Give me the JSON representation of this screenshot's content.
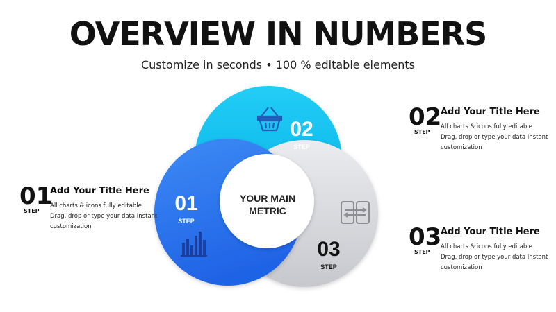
{
  "header": {
    "title": "OVERVIEW IN NUMBERS",
    "subtitle": "Customize in seconds • 100 % editable elements"
  },
  "center": {
    "line1": "YOUR MAIN",
    "line2": "METRIC"
  },
  "circles": [
    {
      "num": "01",
      "step": "STEP",
      "icon": "bar-chart-icon"
    },
    {
      "num": "02",
      "step": "STEP",
      "icon": "shopping-basket-icon"
    },
    {
      "num": "03",
      "step": "STEP",
      "icon": "phone-transfer-icon"
    }
  ],
  "items": [
    {
      "num": "01",
      "step": "STEP",
      "title": "Add Your Title Here",
      "lines": [
        "All charts & icons fully editable",
        "Drag, drop or type your data Instant",
        "customization"
      ]
    },
    {
      "num": "02",
      "step": "STEP",
      "title": "Add Your Title Here",
      "lines": [
        "All charts & icons fully editable",
        "Drag, drop or type your data Instant",
        "customization"
      ]
    },
    {
      "num": "03",
      "step": "STEP",
      "title": "Add Your Title Here",
      "lines": [
        "All charts & icons fully editable",
        "Drag, drop or type your data Instant",
        "customization"
      ]
    }
  ],
  "colors": {
    "step1": "#2f7cf3",
    "step2": "#16c1ef",
    "step3": "#d4d5da",
    "text": "#111111"
  }
}
